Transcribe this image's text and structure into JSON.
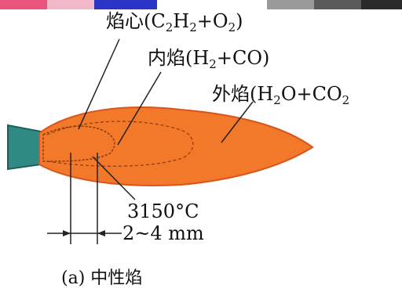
{
  "labels": {
    "flame_core_name": "焰心",
    "flame_core_formula": [
      "(C",
      "2",
      "H",
      "2",
      "+O",
      "2",
      ")"
    ],
    "inner_flame_name": "内焰",
    "inner_flame_formula": [
      "(H",
      "2",
      "+CO)"
    ],
    "outer_flame_name": "外焰",
    "outer_flame_formula": [
      "(H",
      "2",
      "O+CO",
      "2"
    ],
    "temperature": "3150°C",
    "distance": "2~4 mm",
    "caption": "(a) 中性焰"
  },
  "colors": {
    "flame": "#f2782a",
    "flame_edge": "#d8561c",
    "nozzle": "#2f8a86",
    "topbar": [
      "#e8547c",
      "#f3b8c8",
      "#2a35c8",
      "#ffffff",
      "#9a9a9a",
      "#5a5a5a",
      "#2a2a2a"
    ]
  }
}
